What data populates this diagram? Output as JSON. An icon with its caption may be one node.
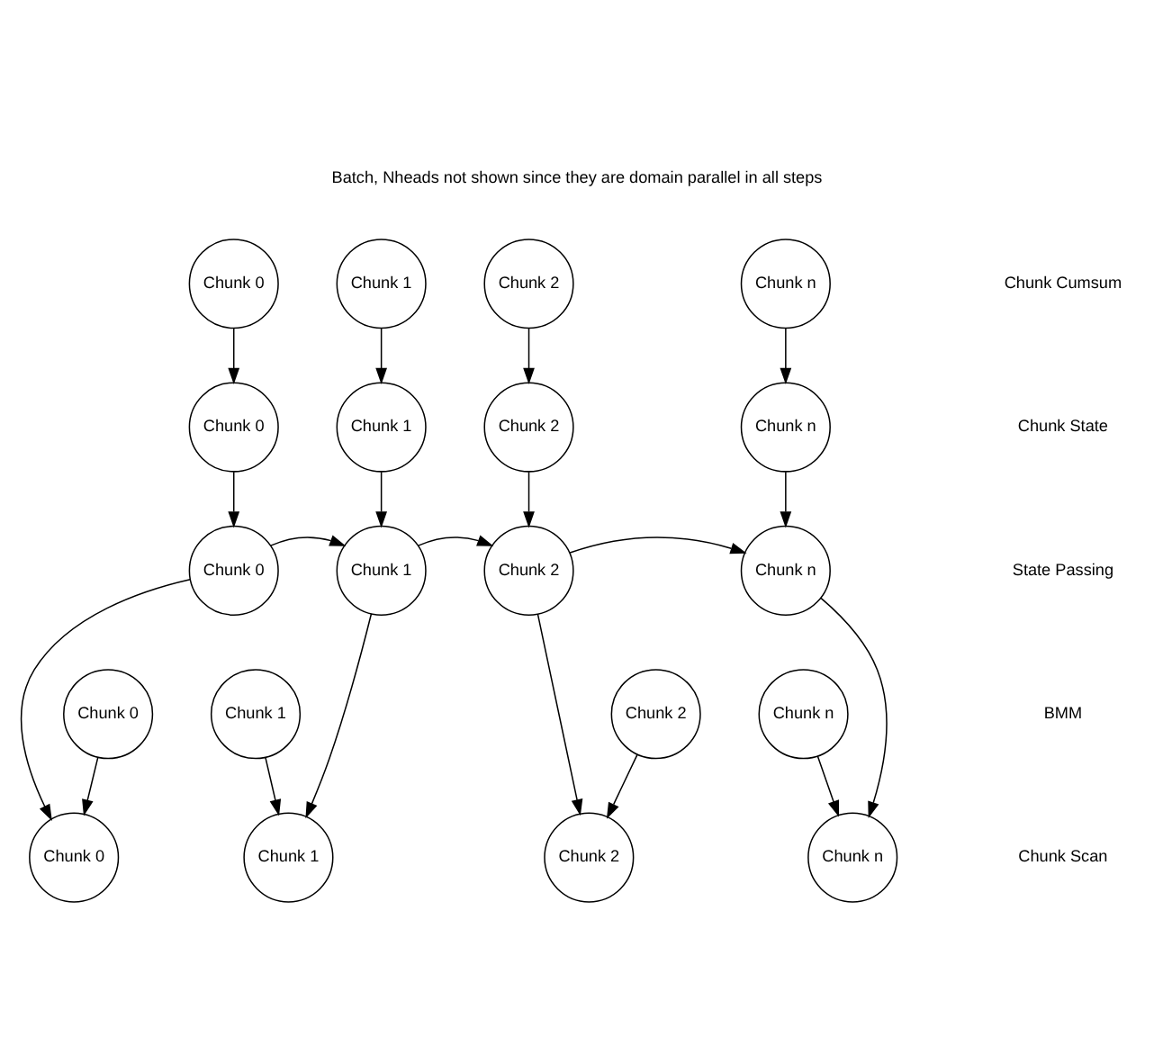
{
  "diagram": {
    "title": "Batch, Nheads not shown since they are domain parallel in all steps",
    "nodes": [
      {
        "text": [
          "Chunk 0"
        ]
      },
      {
        "text": [
          "Chunk 1"
        ]
      },
      {
        "text": [
          "Chunk 2"
        ]
      },
      {
        "text": [
          "Chunk n"
        ]
      },
      {
        "text": [
          "Chunk 0"
        ]
      },
      {
        "text": [
          "Chunk 1"
        ]
      },
      {
        "text": [
          "Chunk 2"
        ]
      },
      {
        "text": [
          "Chunk n"
        ]
      },
      {
        "text": [
          "Chunk 0"
        ]
      },
      {
        "text": [
          "Chunk 1"
        ]
      },
      {
        "text": [
          "Chunk 2"
        ]
      },
      {
        "text": [
          "Chunk n"
        ]
      },
      {
        "text": [
          "Chunk 0"
        ]
      },
      {
        "text": [
          "Chunk 1"
        ]
      },
      {
        "text": [
          "Chunk 2"
        ]
      },
      {
        "text": [
          "Chunk n"
        ]
      },
      {
        "text": [
          "Chunk 0"
        ]
      },
      {
        "text": [
          "Chunk 1"
        ]
      },
      {
        "text": [
          "Chunk 2"
        ]
      },
      {
        "text": [
          "Chunk n"
        ]
      }
    ],
    "edges": [
      {
        "from": 0,
        "to": 4,
        "arrow": "to"
      },
      {
        "from": 1,
        "to": 5,
        "arrow": "to"
      },
      {
        "from": 2,
        "to": 6,
        "arrow": "to"
      },
      {
        "from": 3,
        "to": 7,
        "arrow": "to"
      },
      {
        "from": 4,
        "to": 8,
        "arrow": "to"
      },
      {
        "from": 5,
        "to": 9,
        "arrow": "to"
      },
      {
        "from": 6,
        "to": 10,
        "arrow": "to"
      },
      {
        "from": 7,
        "to": 11,
        "arrow": "to"
      },
      {
        "from": 8,
        "to": 9,
        "arrow": "to"
      },
      {
        "from": 9,
        "to": 10,
        "arrow": "to"
      },
      {
        "from": 10,
        "to": 11,
        "arrow": "to"
      },
      {
        "from": 8,
        "to": 16,
        "arrow": "to"
      },
      {
        "from": 12,
        "to": 16,
        "arrow": "to"
      },
      {
        "from": 9,
        "to": 17,
        "arrow": "to"
      },
      {
        "from": 13,
        "to": 17,
        "arrow": "to"
      },
      {
        "from": 10,
        "to": 18,
        "arrow": "to"
      },
      {
        "from": 14,
        "to": 18,
        "arrow": "to"
      },
      {
        "from": 11,
        "to": 19,
        "arrow": "to"
      },
      {
        "from": 15,
        "to": 19,
        "arrow": "to"
      }
    ],
    "labels": [
      "Chunk Cumsum",
      "Chunk State",
      "State Passing",
      "BMM",
      "Chunk Scan"
    ]
  }
}
